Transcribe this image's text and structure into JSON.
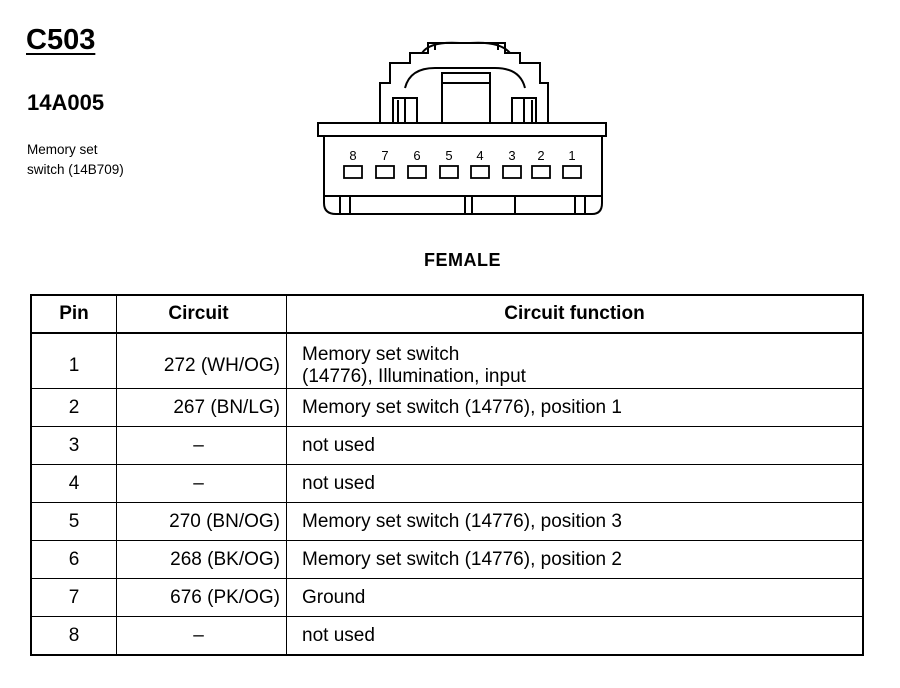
{
  "connector": {
    "id": "C503",
    "part_number": "14A005",
    "description_line1": "Memory set",
    "description_line2": "switch (14B709)",
    "gender": "FEMALE",
    "pin_labels": [
      "8",
      "7",
      "6",
      "5",
      "4",
      "3",
      "2",
      "1"
    ]
  },
  "table": {
    "headers": {
      "pin": "Pin",
      "circuit": "Circuit",
      "function": "Circuit function"
    },
    "rows": [
      {
        "pin": "1",
        "circuit": "272 (WH/OG)",
        "function_line1": "Memory set switch",
        "function_line2": "(14776), Illumination, input"
      },
      {
        "pin": "2",
        "circuit": "267 (BN/LG)",
        "function": "Memory set switch (14776), position 1"
      },
      {
        "pin": "3",
        "circuit": "–",
        "function": "not used"
      },
      {
        "pin": "4",
        "circuit": "–",
        "function": "not used"
      },
      {
        "pin": "5",
        "circuit": "270 (BN/OG)",
        "function": "Memory set switch (14776), position 3"
      },
      {
        "pin": "6",
        "circuit": "268 (BK/OG)",
        "function": "Memory set switch (14776), position 2"
      },
      {
        "pin": "7",
        "circuit": "676 (PK/OG)",
        "function": "Ground"
      },
      {
        "pin": "8",
        "circuit": "–",
        "function": "not used"
      }
    ]
  }
}
